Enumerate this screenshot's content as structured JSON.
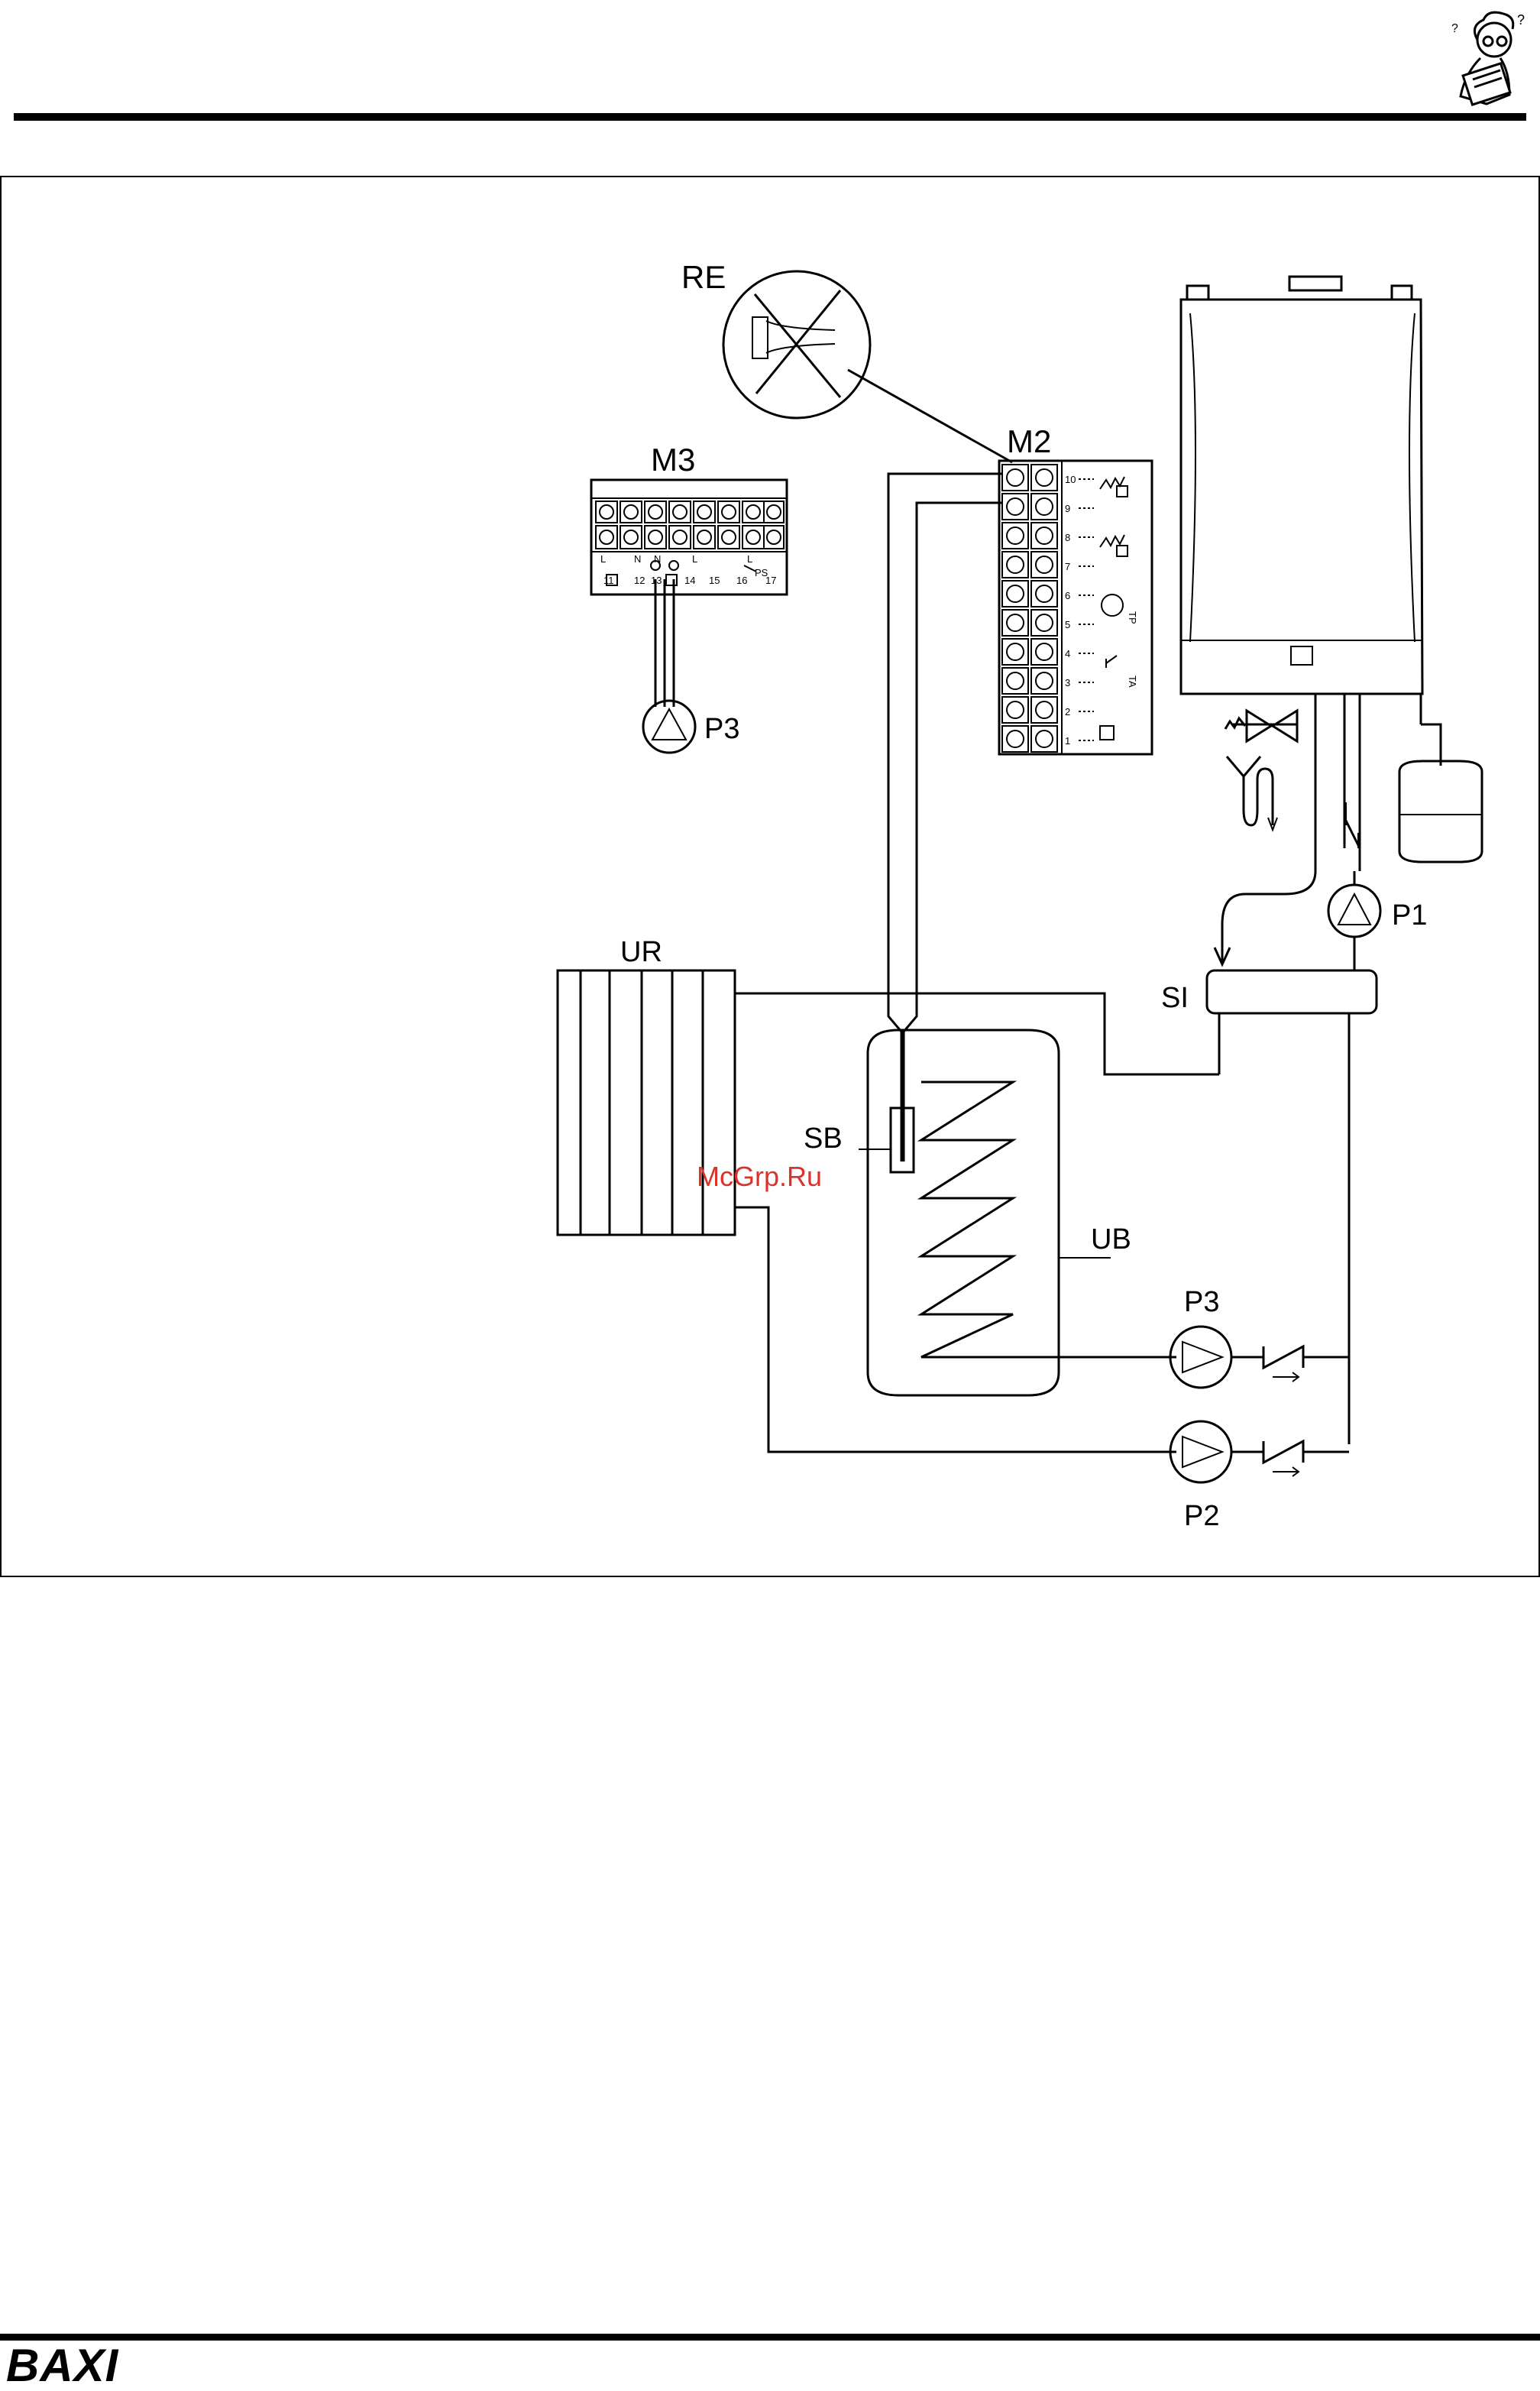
{
  "page": {
    "brand": "BAXI",
    "watermark": "McGrp.Ru"
  },
  "diagram": {
    "labels": {
      "re": "RE",
      "m3": "M3",
      "m2": "M2",
      "p3_top": "P3",
      "p1": "P1",
      "si": "SI",
      "ur": "UR",
      "sb": "SB",
      "ub": "UB",
      "p3": "P3",
      "p2": "P2"
    },
    "m3_terminals": [
      "11",
      "12",
      "13",
      "14",
      "15",
      "16",
      "17"
    ],
    "m3_markers": [
      "L",
      "N",
      "N",
      "L",
      "L"
    ],
    "m3_ps": "PS",
    "m2_terminals": [
      "10",
      "9",
      "8",
      "7",
      "6",
      "5",
      "4",
      "3",
      "2",
      "1"
    ],
    "m2_tags": [
      "TP",
      "TA"
    ]
  }
}
